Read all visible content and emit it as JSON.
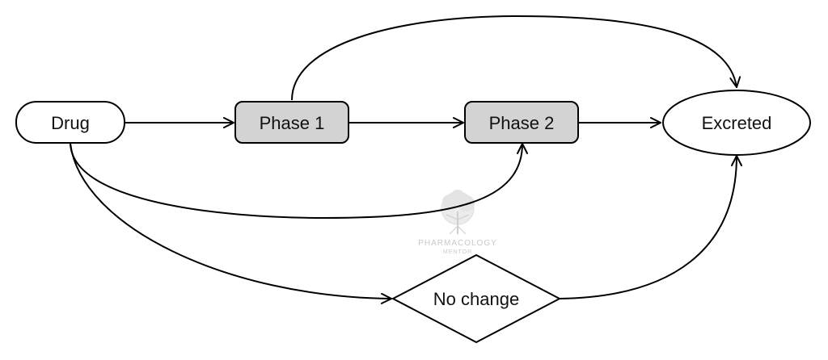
{
  "diagram": {
    "nodes": {
      "drug": {
        "label": "Drug",
        "shape": "rounded-rectangle",
        "fill": "#ffffff"
      },
      "phase1": {
        "label": "Phase 1",
        "shape": "rounded-rectangle",
        "fill": "#d3d3d3"
      },
      "phase2": {
        "label": "Phase 2",
        "shape": "rounded-rectangle",
        "fill": "#d3d3d3"
      },
      "excreted": {
        "label": "Excreted",
        "shape": "ellipse",
        "fill": "#ffffff"
      },
      "no_change": {
        "label": "No change",
        "shape": "diamond",
        "fill": "#ffffff"
      }
    },
    "edges": [
      {
        "from": "Drug",
        "to": "Phase 1"
      },
      {
        "from": "Phase 1",
        "to": "Phase 2"
      },
      {
        "from": "Phase 2",
        "to": "Excreted"
      },
      {
        "from": "Phase 1",
        "to": "Excreted"
      },
      {
        "from": "Drug",
        "to": "Phase 2"
      },
      {
        "from": "Drug",
        "to": "No change"
      },
      {
        "from": "No change",
        "to": "Excreted"
      }
    ],
    "colors": {
      "stroke": "#000000",
      "watermark": "#c9c9c9"
    }
  },
  "watermark": {
    "line1": "PHARMACOLOGY",
    "line2": "MENTOR",
    "icon": "tree-icon"
  }
}
